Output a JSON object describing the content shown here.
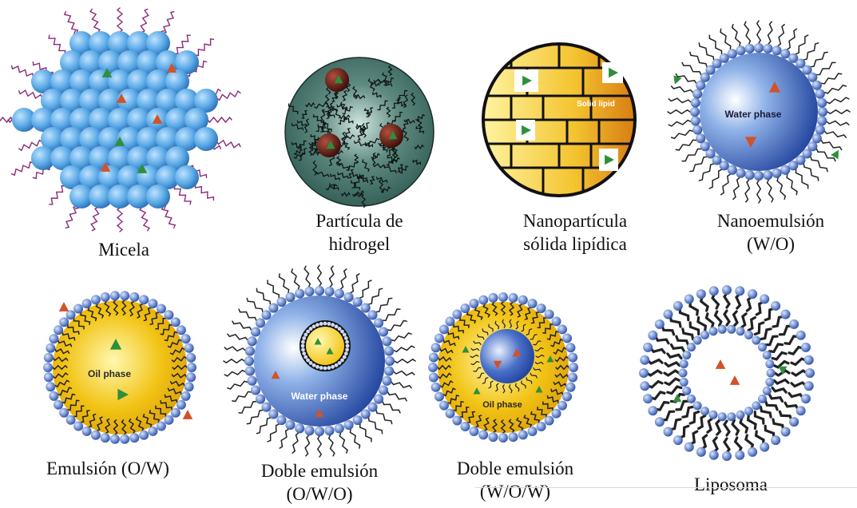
{
  "structures": [
    {
      "id": "micela",
      "caption": [
        "Micela"
      ]
    },
    {
      "id": "hidrogel",
      "caption": [
        "Partícula de",
        "hidrogel"
      ]
    },
    {
      "id": "nanoparticula",
      "caption": [
        "Nanopartícula",
        "sólida lipídica"
      ],
      "inner_label": "Solid lipid"
    },
    {
      "id": "nanoemulsion",
      "caption": [
        "Nanoemulsión",
        "(W/O)"
      ],
      "inner_label": "Water phase"
    },
    {
      "id": "emulsion",
      "caption": [
        "Emulsión (O/W)"
      ],
      "inner_label": "Oil phase"
    },
    {
      "id": "doble-owo",
      "caption": [
        "Doble emulsión",
        "(O/W/O)"
      ],
      "inner_label": "Water phase"
    },
    {
      "id": "doble-wow",
      "caption": [
        "Doble emulsión",
        "(W/O/W)"
      ],
      "inner_label": "Oil phase"
    },
    {
      "id": "liposoma",
      "caption": [
        "Liposoma"
      ]
    }
  ],
  "colors": {
    "head_blue": "#3f6ec8",
    "tail": "#222222",
    "drug_green": "#2f8f3a",
    "drug_red": "#d2522a",
    "micelle_blue": "#5aa9e6",
    "micelle_link": "#e8e23a",
    "micelle_tail": "#8a2a7a",
    "oil_yellow": "#f2c416",
    "water_blue": "#1d3f9a",
    "hydrogel_green": "#2f5a52",
    "lipid_yellow": "#f4c430"
  }
}
